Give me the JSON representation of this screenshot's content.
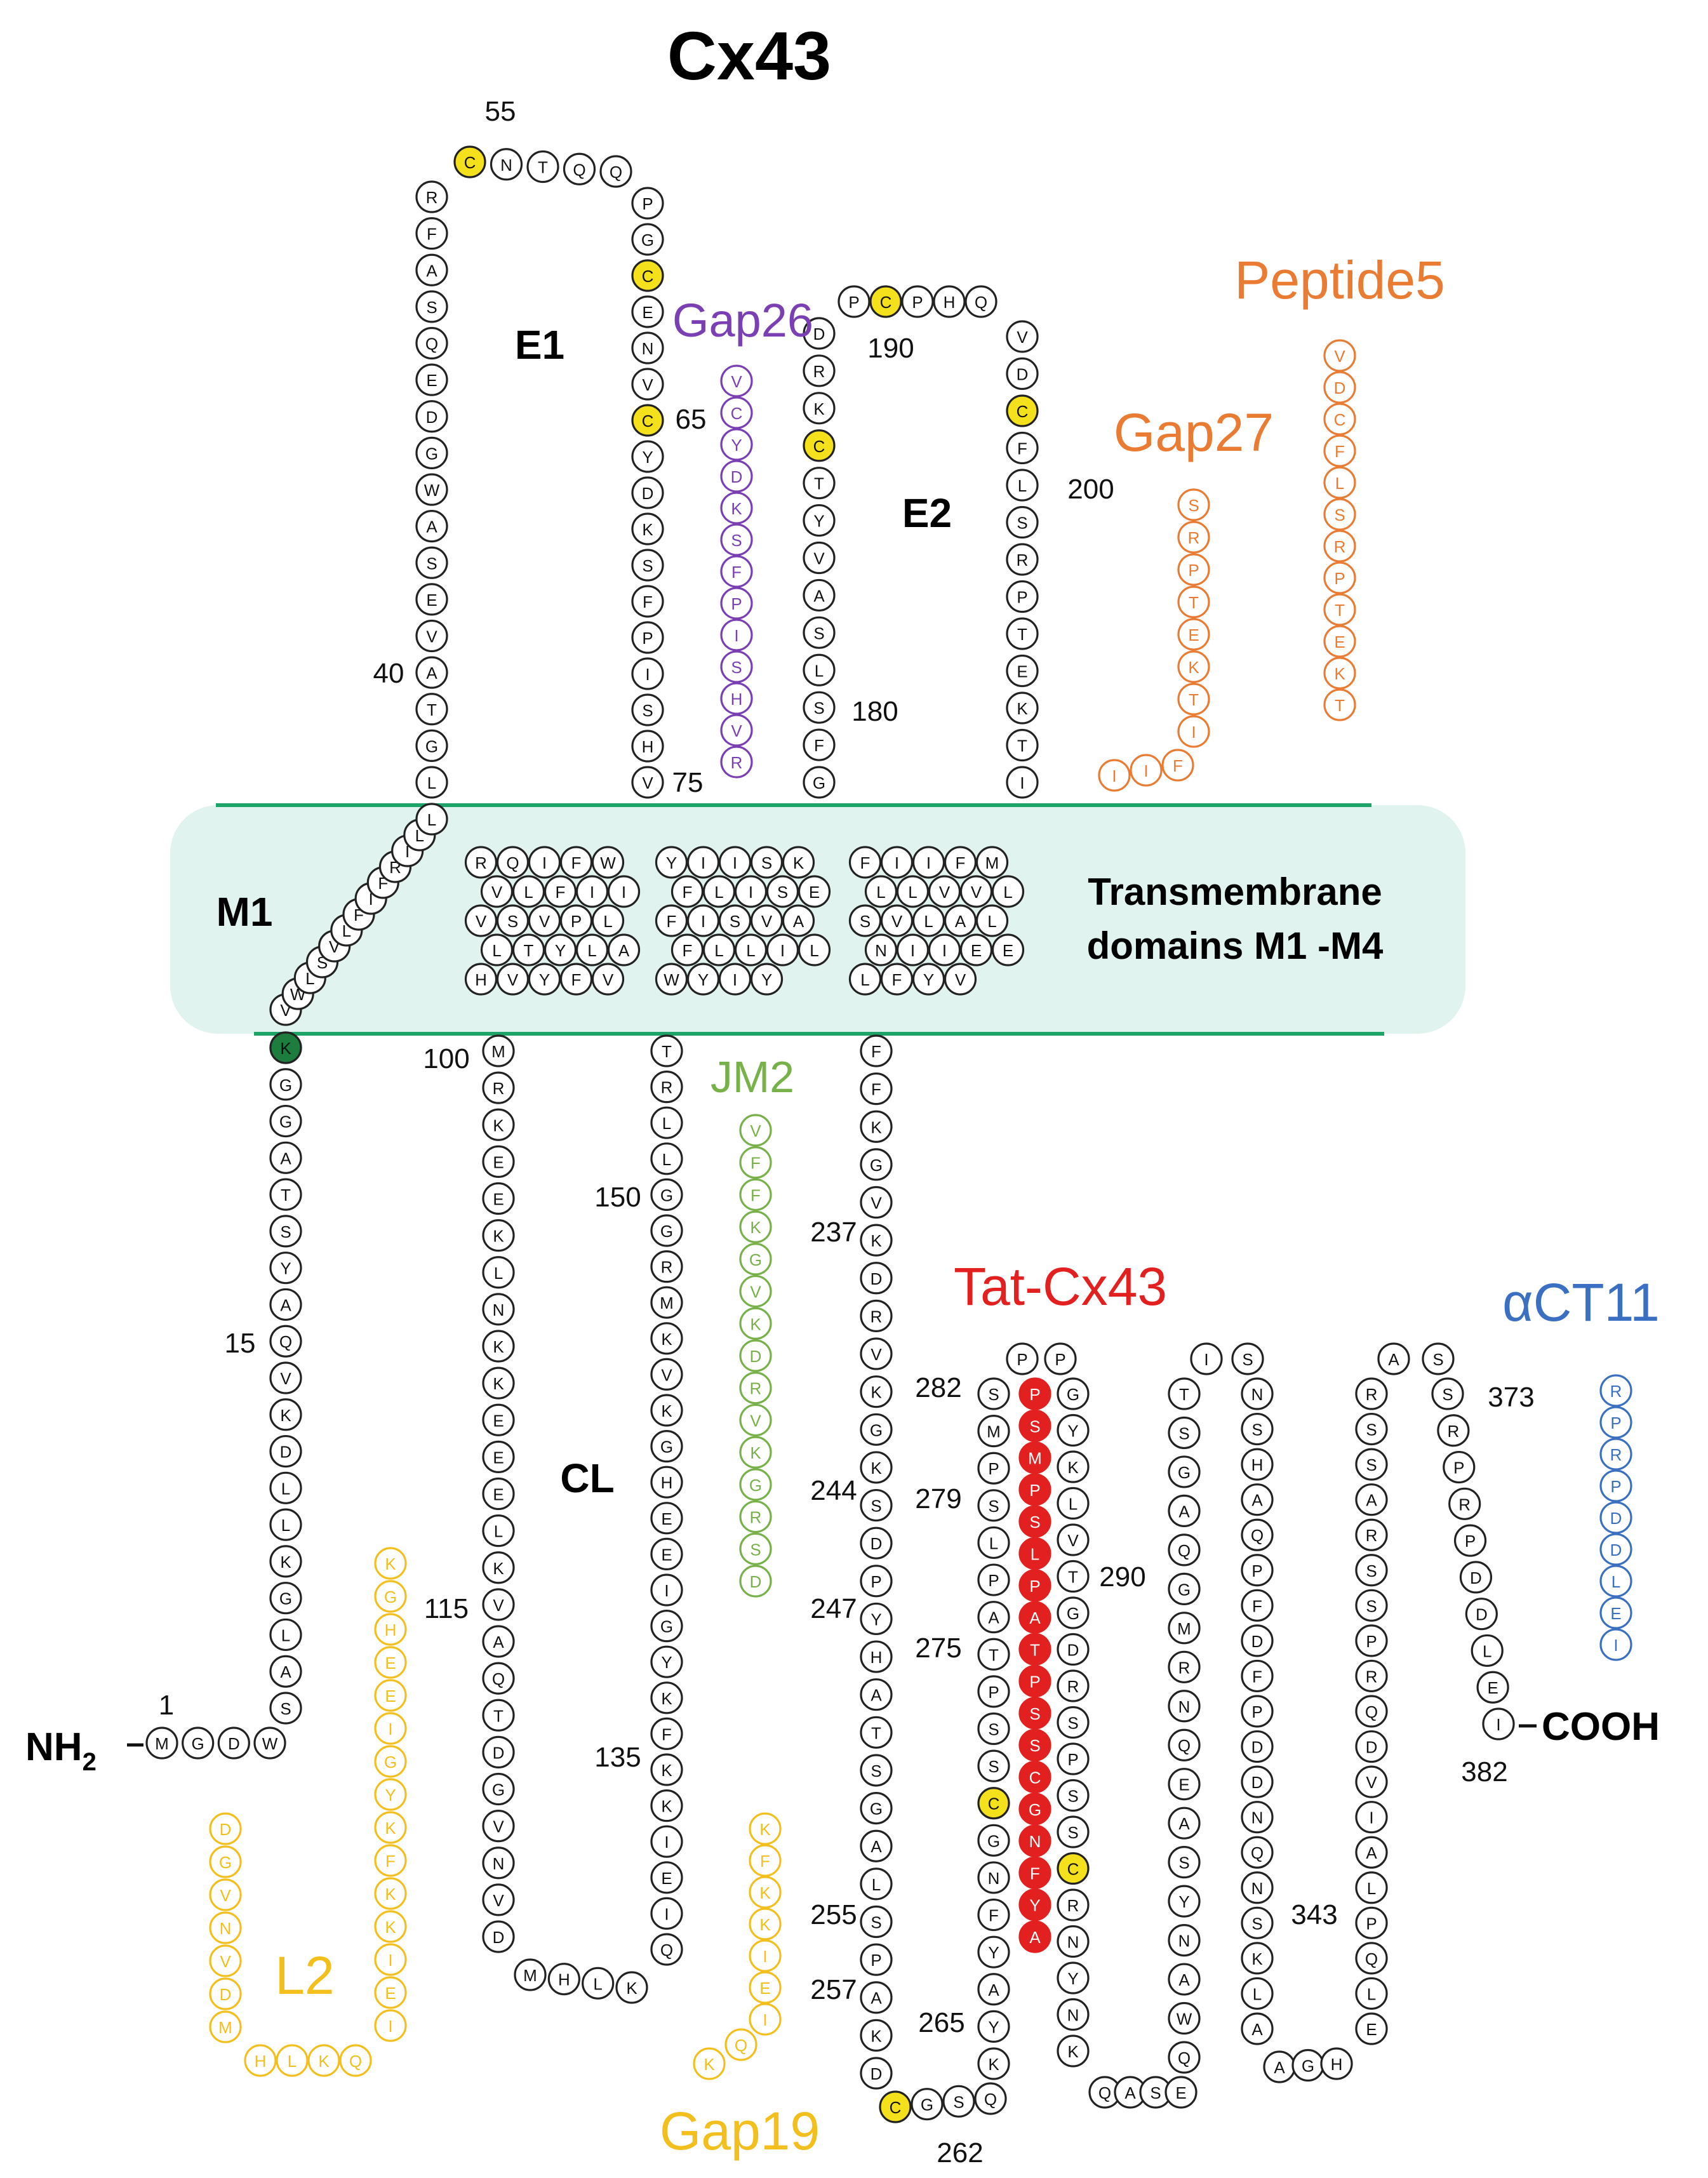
{
  "title": "Cx43",
  "colors": {
    "protein_stroke": "#222222",
    "cysteine_fill": "#f5e11b",
    "lys_fill": "#1c7d3f",
    "membrane_fill": "#e1f3ef",
    "membrane_line": "#1ea469",
    "gap26": "#7a3fb3",
    "gap27": "#ea7b32",
    "peptide5": "#ea7b32",
    "jm2": "#78b04a",
    "tat": "#e22020",
    "act11": "#3a6fc1",
    "l2": "#f2bf1d",
    "gap19": "#f2bf1d"
  },
  "domains": {
    "e1": "E1",
    "e2": "E2",
    "cl": "CL",
    "m1": "M1",
    "tm_line1": "Transmembrane",
    "tm_line2": "domains M1 -M4"
  },
  "termini": {
    "n_prefix": "NH",
    "n_sub": "2",
    "c": "COOH"
  },
  "peptides": [
    {
      "id": "gap26",
      "name": "Gap26",
      "seq": [
        "V",
        "C",
        "Y",
        "D",
        "K",
        "S",
        "F",
        "P",
        "I",
        "S",
        "H",
        "V",
        "R"
      ]
    },
    {
      "id": "gap27",
      "name": "Gap27",
      "seq": [
        "S",
        "R",
        "P",
        "T",
        "E",
        "K",
        "T",
        "I",
        "F",
        "I",
        "I"
      ]
    },
    {
      "id": "peptide5",
      "name": "Peptide5",
      "seq": [
        "V",
        "D",
        "C",
        "F",
        "L",
        "S",
        "R",
        "P",
        "T",
        "E",
        "K",
        "T"
      ]
    },
    {
      "id": "jm2",
      "name": "JM2",
      "seq": [
        "V",
        "F",
        "F",
        "K",
        "G",
        "V",
        "K",
        "D",
        "R",
        "V",
        "K",
        "G",
        "R",
        "S",
        "D"
      ]
    },
    {
      "id": "tat",
      "name": "Tat-Cx43",
      "seq": [
        "P",
        "S",
        "M",
        "P",
        "S",
        "L",
        "P",
        "A",
        "T",
        "P",
        "S",
        "S",
        "C",
        "G",
        "N",
        "F",
        "Y",
        "A"
      ]
    },
    {
      "id": "act11",
      "name": "αCT11",
      "seq": [
        "R",
        "P",
        "R",
        "P",
        "D",
        "D",
        "L",
        "E",
        "I"
      ]
    },
    {
      "id": "l2",
      "name": "L2",
      "seq": [
        "D",
        "G",
        "V",
        "N",
        "V",
        "D",
        "M",
        "H",
        "L",
        "K",
        "Q",
        "I",
        "E",
        "I",
        "K",
        "K",
        "F",
        "K",
        "Y",
        "G",
        "I",
        "E",
        "E",
        "H",
        "G",
        "K"
      ]
    },
    {
      "id": "gap19",
      "name": "Gap19",
      "seq": [
        "K",
        "Q",
        "I",
        "E",
        "I",
        "K",
        "K",
        "F",
        "K"
      ]
    }
  ],
  "position_labels": [
    "1",
    "15",
    "40",
    "55",
    "65",
    "75",
    "100",
    "115",
    "135",
    "150",
    "180",
    "190",
    "200",
    "237",
    "244",
    "247",
    "255",
    "257",
    "262",
    "265",
    "275",
    "279",
    "282",
    "290",
    "343",
    "373",
    "382"
  ],
  "chain": {
    "nterm": [
      "M",
      "G",
      "D",
      "W"
    ],
    "up1": [
      "S",
      "A",
      "L",
      "G",
      "K",
      "L",
      "L",
      "D",
      "K",
      "V",
      "Q",
      "A",
      "Y",
      "S",
      "T",
      "A",
      "G",
      "G",
      "K"
    ],
    "m1a": [
      "V",
      "W",
      "L",
      "S",
      "V",
      "L",
      "F",
      "I",
      "F",
      "R",
      "I",
      "L",
      "L"
    ],
    "e1_up": [
      "L",
      "G",
      "T",
      "A",
      "V",
      "E",
      "S",
      "A",
      "W",
      "G",
      "D",
      "E",
      "Q",
      "S",
      "A",
      "F",
      "R"
    ],
    "e1_top": [
      "C",
      "N",
      "T",
      "Q",
      "Q"
    ],
    "e1_down": [
      "P",
      "G",
      "C",
      "E",
      "N",
      "V",
      "C",
      "Y",
      "D",
      "K",
      "S",
      "F",
      "P",
      "I",
      "S",
      "H",
      "V"
    ],
    "m2_block": [
      "R",
      "Q",
      "I",
      "F",
      "W",
      "V",
      "L",
      "F",
      "I",
      "I",
      "V",
      "S",
      "V",
      "P",
      "L",
      "L",
      "T",
      "Y",
      "L",
      "A",
      "H",
      "V",
      "Y",
      "F",
      "V"
    ],
    "cl_down": [
      "M",
      "R",
      "K",
      "E",
      "E",
      "K",
      "L",
      "N",
      "K",
      "K",
      "E",
      "E",
      "E",
      "L",
      "K",
      "V",
      "A",
      "Q",
      "T",
      "D",
      "G",
      "V",
      "N",
      "V",
      "D"
    ],
    "cl_bottom": [
      "M",
      "H",
      "L",
      "K"
    ],
    "cl_up": [
      "Q",
      "I",
      "E",
      "I",
      "K",
      "K",
      "F",
      "K",
      "Y",
      "G",
      "I",
      "E",
      "E",
      "H",
      "G",
      "K",
      "V",
      "K",
      "M",
      "R",
      "G",
      "G",
      "L",
      "L",
      "R",
      "T"
    ],
    "m3_block": [
      "Y",
      "I",
      "I",
      "S",
      "K",
      "F",
      "L",
      "I",
      "S",
      "E",
      "F",
      "I",
      "S",
      "V",
      "A",
      "F",
      "L",
      "L",
      "I",
      "L",
      "W",
      "Y",
      "I",
      "Y"
    ],
    "e2_up": [
      "G",
      "F",
      "S",
      "L",
      "S",
      "A",
      "V",
      "Y",
      "T",
      "C",
      "K",
      "R",
      "D"
    ],
    "e2_top": [
      "P",
      "C",
      "P",
      "H",
      "Q"
    ],
    "e2_down": [
      "V",
      "D",
      "C",
      "F",
      "L",
      "S",
      "R",
      "P",
      "T",
      "E",
      "K",
      "T",
      "I"
    ],
    "m4_block": [
      "F",
      "I",
      "I",
      "F",
      "M",
      "L",
      "L",
      "V",
      "V",
      "L",
      "S",
      "V",
      "L",
      "A",
      "L",
      "N",
      "I",
      "I",
      "E",
      "E",
      "L",
      "F",
      "Y",
      "V"
    ],
    "ct_down": [
      "F",
      "F",
      "K",
      "G",
      "V",
      "K",
      "D",
      "R",
      "V",
      "K",
      "G",
      "K",
      "S",
      "D",
      "P",
      "Y",
      "H",
      "A",
      "T",
      "S",
      "G",
      "A",
      "L",
      "S",
      "P",
      "A",
      "K",
      "D"
    ],
    "ct_b1": [
      "C",
      "G",
      "S",
      "Q"
    ],
    "ct_up1": [
      "K",
      "Y",
      "A",
      "Y",
      "F",
      "N",
      "G",
      "C",
      "S",
      "S",
      "P",
      "T",
      "A",
      "P",
      "L",
      "S",
      "P",
      "M",
      "S"
    ],
    "ct_top1": [
      "P",
      "P"
    ],
    "ct_down2": [
      "G",
      "Y",
      "K",
      "L",
      "V",
      "T",
      "G",
      "D",
      "R",
      "S",
      "P",
      "S",
      "S",
      "C",
      "R",
      "N",
      "Y",
      "N",
      "K"
    ],
    "ct_b2": [
      "Q",
      "A",
      "S",
      "E"
    ],
    "ct_up2": [
      "Q",
      "W",
      "A",
      "N",
      "Y",
      "S",
      "A",
      "E",
      "Q",
      "N",
      "R",
      "M",
      "G",
      "Q",
      "A",
      "G",
      "S",
      "T"
    ],
    "ct_top2": [
      "I",
      "S"
    ],
    "ct_down3": [
      "N",
      "S",
      "H",
      "A",
      "Q",
      "P",
      "F",
      "D",
      "F",
      "P",
      "D",
      "D",
      "N",
      "Q",
      "N",
      "S",
      "K",
      "L",
      "A"
    ],
    "ct_b3": [
      "A",
      "G",
      "H"
    ],
    "ct_up3": [
      "E",
      "L",
      "Q",
      "P",
      "L",
      "A",
      "I",
      "V",
      "D",
      "Q",
      "R",
      "P",
      "S",
      "S",
      "R",
      "A",
      "S",
      "S",
      "R"
    ],
    "ct_top3": [
      "A",
      "S"
    ],
    "ct_down4": [
      "S",
      "R",
      "P",
      "R",
      "P",
      "D",
      "D",
      "L",
      "E",
      "I"
    ]
  }
}
